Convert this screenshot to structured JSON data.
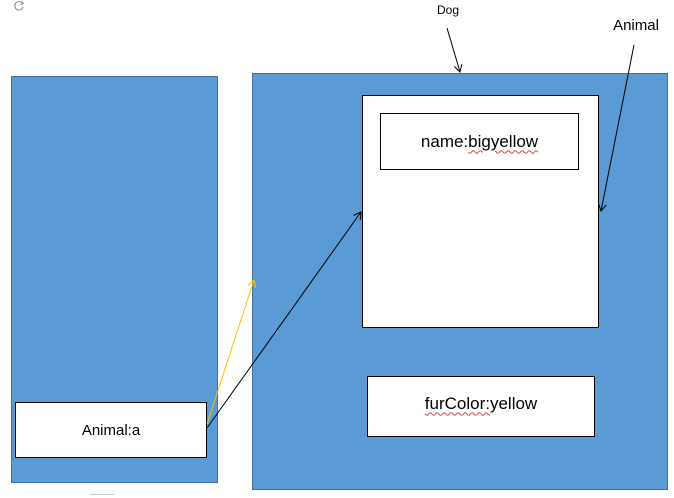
{
  "labels": {
    "dog_pointer": "Dog",
    "animal_pointer": "Animal",
    "animal_reference": "Animal:a",
    "name_field_prefix": "name:",
    "name_field_value": "bigyellow",
    "fur_field_prefix": "furColor:",
    "fur_field_value": "yellow"
  },
  "colors": {
    "panel_fill": "#5b9bd5",
    "panel_border": "#41719c",
    "box_fill": "#ffffff",
    "arrow_black": "#000000",
    "arrow_yellow": "#ffc000",
    "spellcheck_underline": "#e04040"
  },
  "icons": {
    "corner_glyph": "rotate-handle-icon"
  }
}
